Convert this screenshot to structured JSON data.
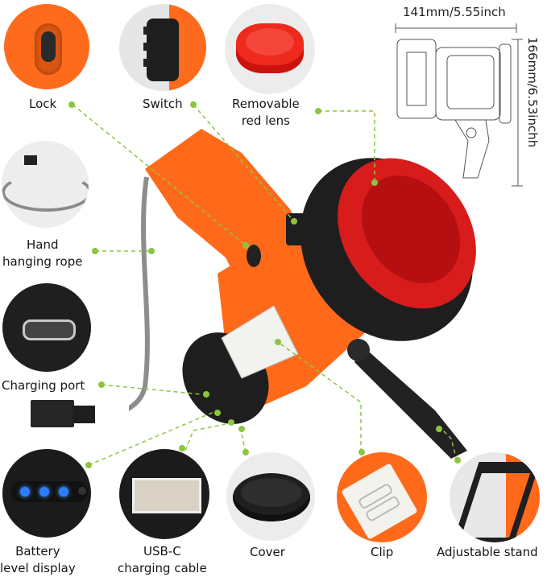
{
  "colors": {
    "accent_orange": "#ff6a1a",
    "callout_green": "#8cc63f",
    "lens_red": "#d81c1c",
    "body_black": "#1e1e1e",
    "led_blue": "#2f7dff"
  },
  "dimensions": {
    "width_label": "141mm/5.55inch",
    "height_label": "166mm/6.53inchh"
  },
  "features": [
    {
      "id": "lock",
      "label": "Lock",
      "icon": "lock-slider-icon"
    },
    {
      "id": "switch",
      "label": "Switch",
      "icon": "switch-button-icon"
    },
    {
      "id": "lens",
      "label": "Removable red lens",
      "line1": "Removable",
      "line2": "red lens",
      "icon": "red-lens-icon"
    },
    {
      "id": "rope",
      "label": "Hand hanging rope",
      "line1": "Hand",
      "line2": "hanging rope",
      "icon": "rope-icon"
    },
    {
      "id": "port",
      "label": "Charging port",
      "icon": "usb-c-port-icon"
    },
    {
      "id": "battery",
      "label": "Battery level display",
      "line1": "Battery",
      "line2": "level display",
      "icon": "battery-leds-icon"
    },
    {
      "id": "usb",
      "label": "USB-C charging cable",
      "line1": "USB-C",
      "line2": "charging cable",
      "icon": "usb-a-port-icon"
    },
    {
      "id": "cover",
      "label": "Cover",
      "icon": "cover-cap-icon"
    },
    {
      "id": "clip",
      "label": "Clip",
      "icon": "belt-clip-icon"
    },
    {
      "id": "stand",
      "label": "Adjustable stand",
      "icon": "stand-icon"
    }
  ]
}
